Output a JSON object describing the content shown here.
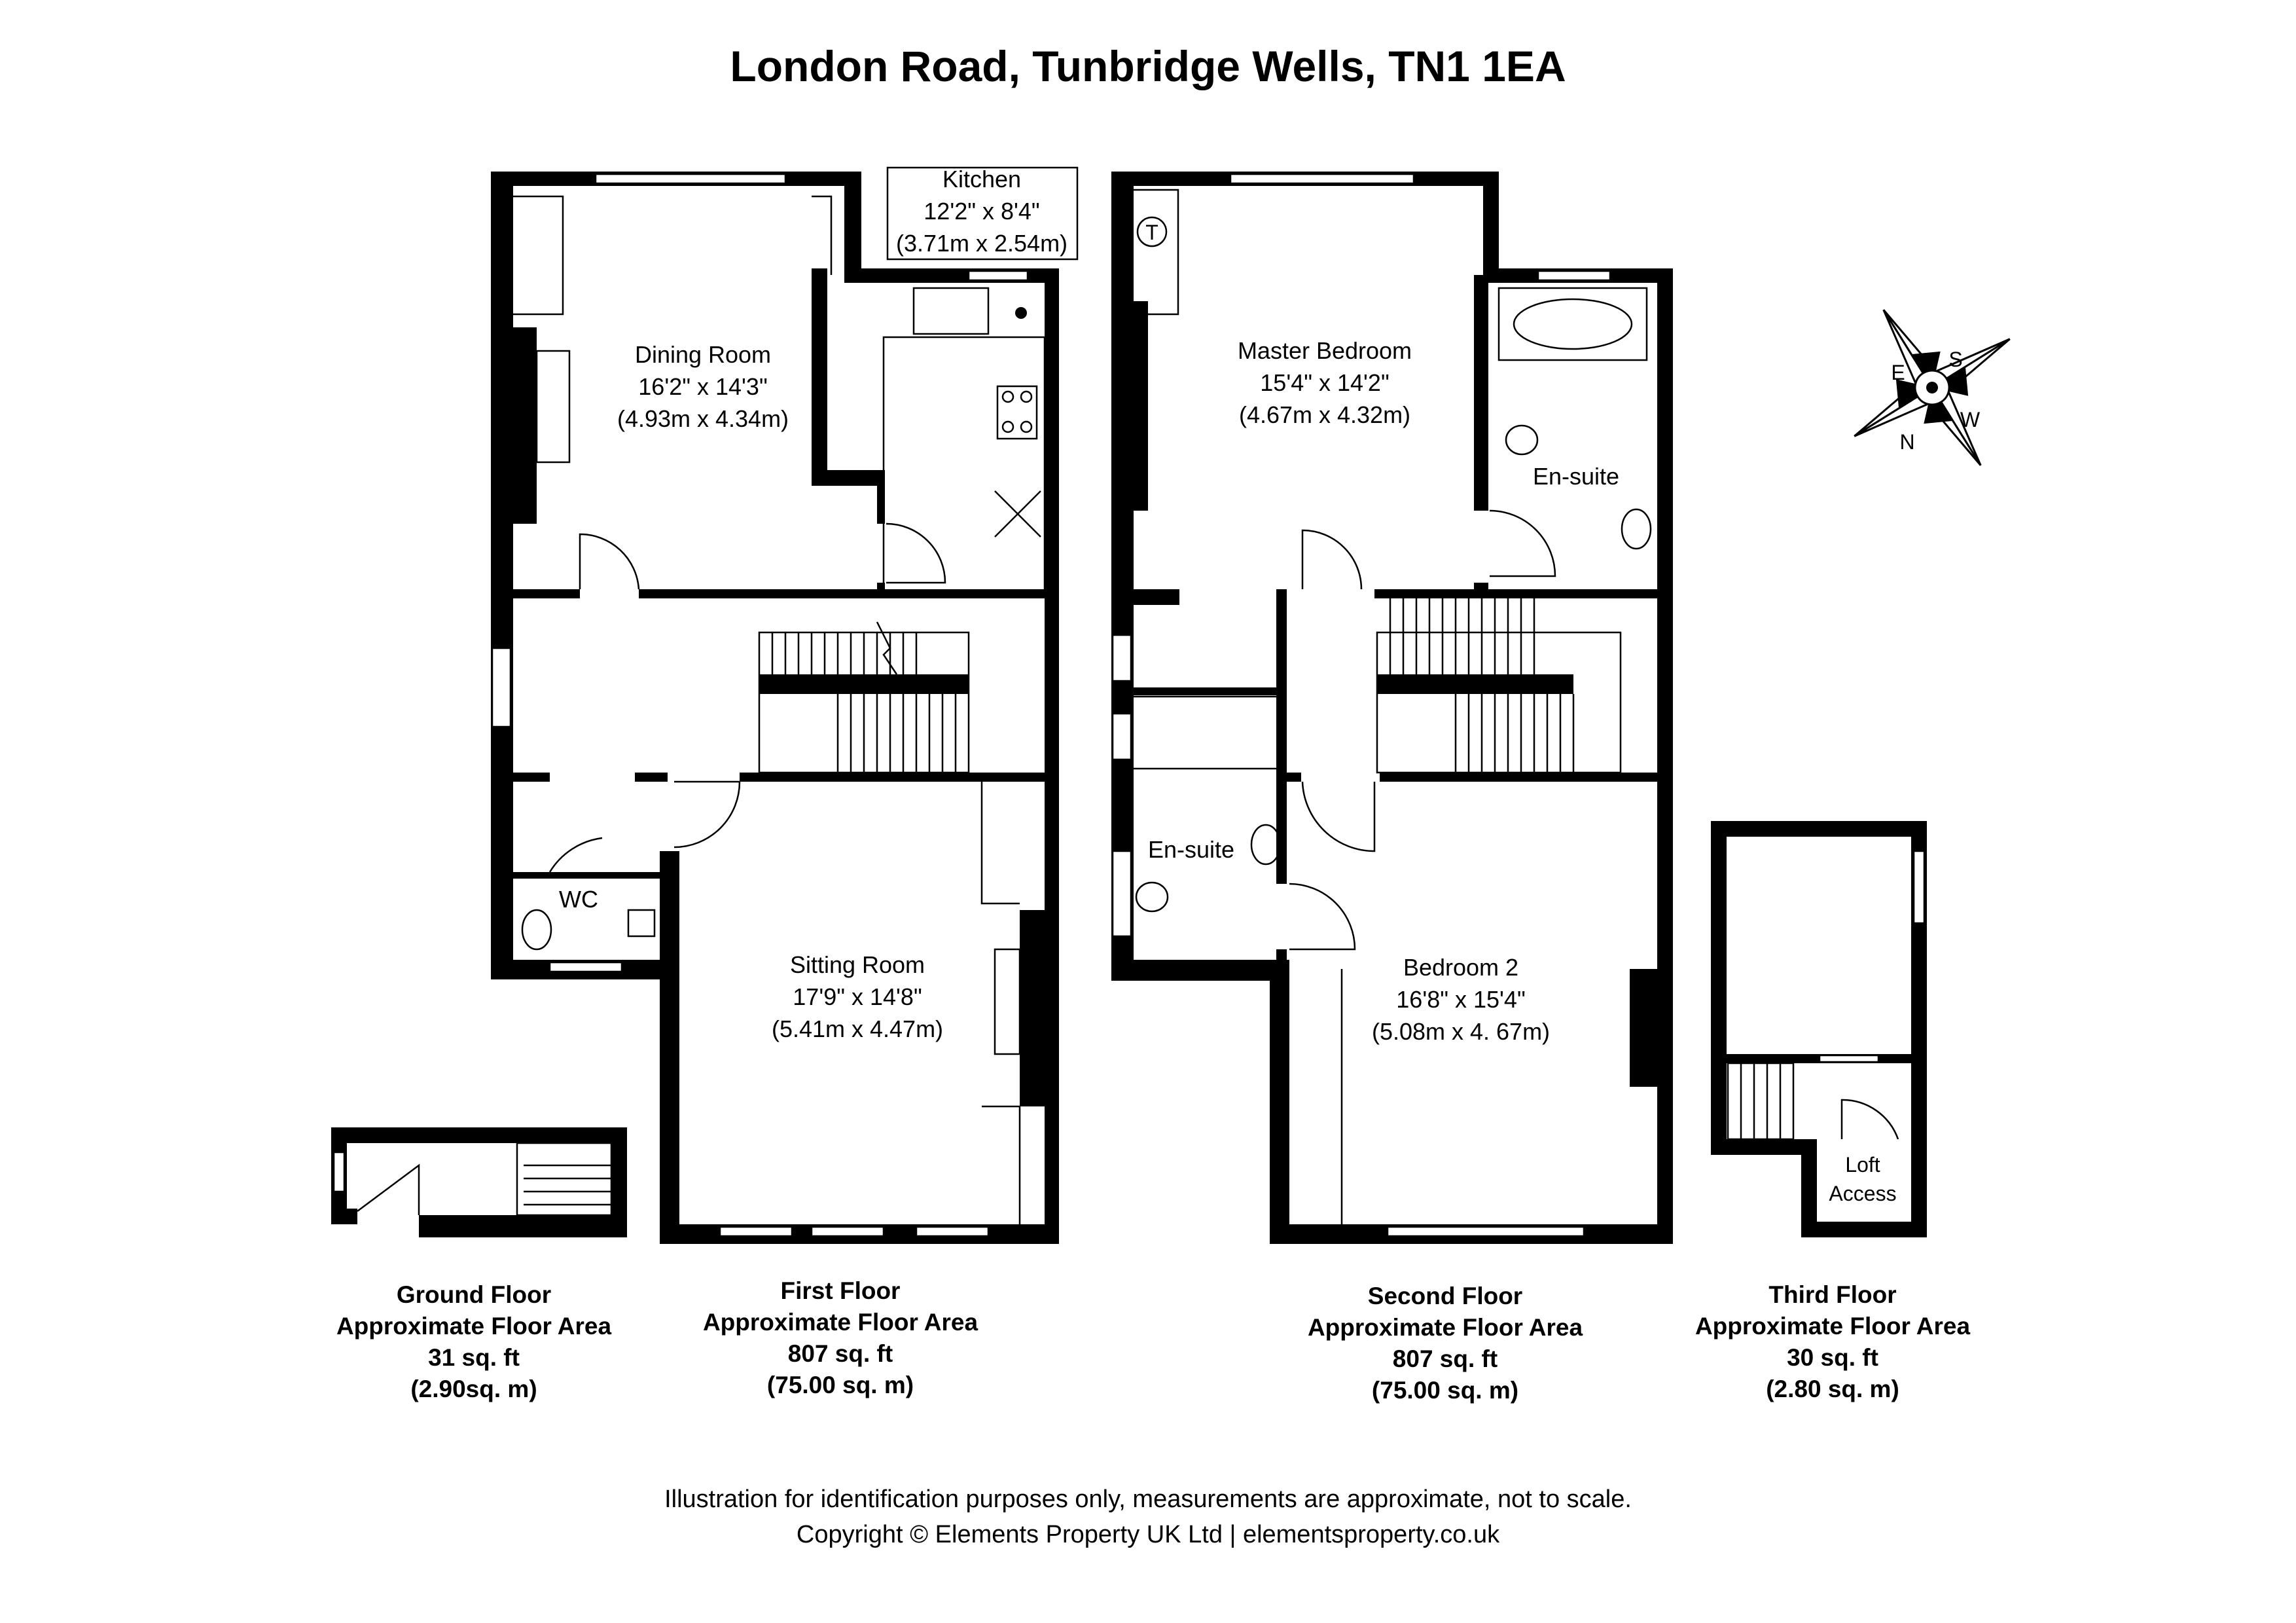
{
  "title": "London Road, Tunbridge Wells, TN1 1EA",
  "rooms": {
    "kitchen": {
      "name": "Kitchen",
      "imperial": "12'2\" x 8'4\"",
      "metric": "(3.71m x 2.54m)"
    },
    "dining": {
      "name": "Dining Room",
      "imperial": "16'2\" x 14'3\"",
      "metric": "(4.93m x 4.34m)"
    },
    "sitting": {
      "name": "Sitting Room",
      "imperial": "17'9\" x 14'8\"",
      "metric": "(5.41m x 4.47m)"
    },
    "wc": {
      "name": "WC"
    },
    "master": {
      "name": "Master Bedroom",
      "imperial": "15'4\" x 14'2\"",
      "metric": "(4.67m x 4.32m)"
    },
    "ensuite1": {
      "name": "En-suite"
    },
    "ensuite2": {
      "name": "En-suite"
    },
    "bedroom2": {
      "name": "Bedroom 2",
      "imperial": "16'8\" x 15'4\"",
      "metric": "(5.08m x 4. 67m)"
    },
    "loft": {
      "line1": "Loft",
      "line2": "Access"
    },
    "tank": {
      "symbol": "T"
    }
  },
  "floors": [
    {
      "name": "Ground Floor",
      "label": "Approximate Floor Area",
      "sqft": "31 sq. ft",
      "sqm": "(2.90sq. m)"
    },
    {
      "name": "First Floor",
      "label": "Approximate Floor Area",
      "sqft": "807 sq. ft",
      "sqm": "(75.00 sq. m)"
    },
    {
      "name": "Second Floor",
      "label": "Approximate Floor Area",
      "sqft": "807 sq. ft",
      "sqm": "(75.00 sq. m)"
    },
    {
      "name": "Third Floor",
      "label": "Approximate Floor Area",
      "sqft": "30 sq. ft",
      "sqm": "(2.80 sq. m)"
    }
  ],
  "compass": {
    "n": "N",
    "e": "E",
    "s": "S",
    "w": "W"
  },
  "footer": {
    "line1": "Illustration for identification purposes only, measurements are approximate, not to scale.",
    "line2": "Copyright © Elements Property UK Ltd | elementsproperty.co.uk"
  }
}
